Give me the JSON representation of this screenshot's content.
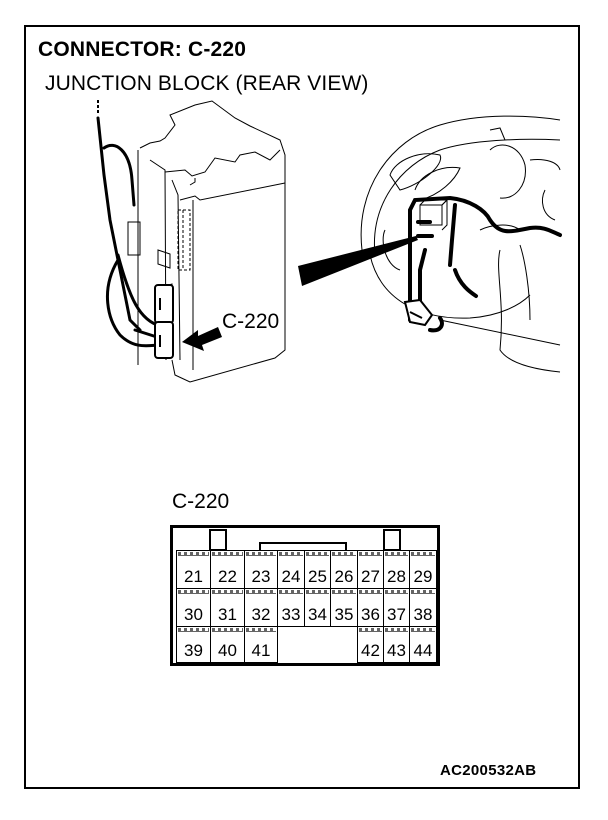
{
  "header": {
    "title": "CONNECTOR: C-220",
    "subtitle": "JUNCTION BLOCK (REAR VIEW)"
  },
  "illustration": {
    "callout_label": "C-220",
    "left_view": "junction-block",
    "right_view": "steering-column-area"
  },
  "connector": {
    "label": "C-220",
    "rows": [
      [
        "21",
        "22",
        "23",
        "24",
        "25",
        "26",
        "27",
        "28",
        "29"
      ],
      [
        "30",
        "31",
        "32",
        "33",
        "34",
        "35",
        "36",
        "37",
        "38"
      ],
      [
        "39",
        "40",
        "41",
        "",
        "",
        "",
        "42",
        "43",
        "44"
      ]
    ]
  },
  "footer": {
    "code": "AC200532AB"
  },
  "colors": {
    "line": "#000000",
    "background": "#ffffff"
  }
}
